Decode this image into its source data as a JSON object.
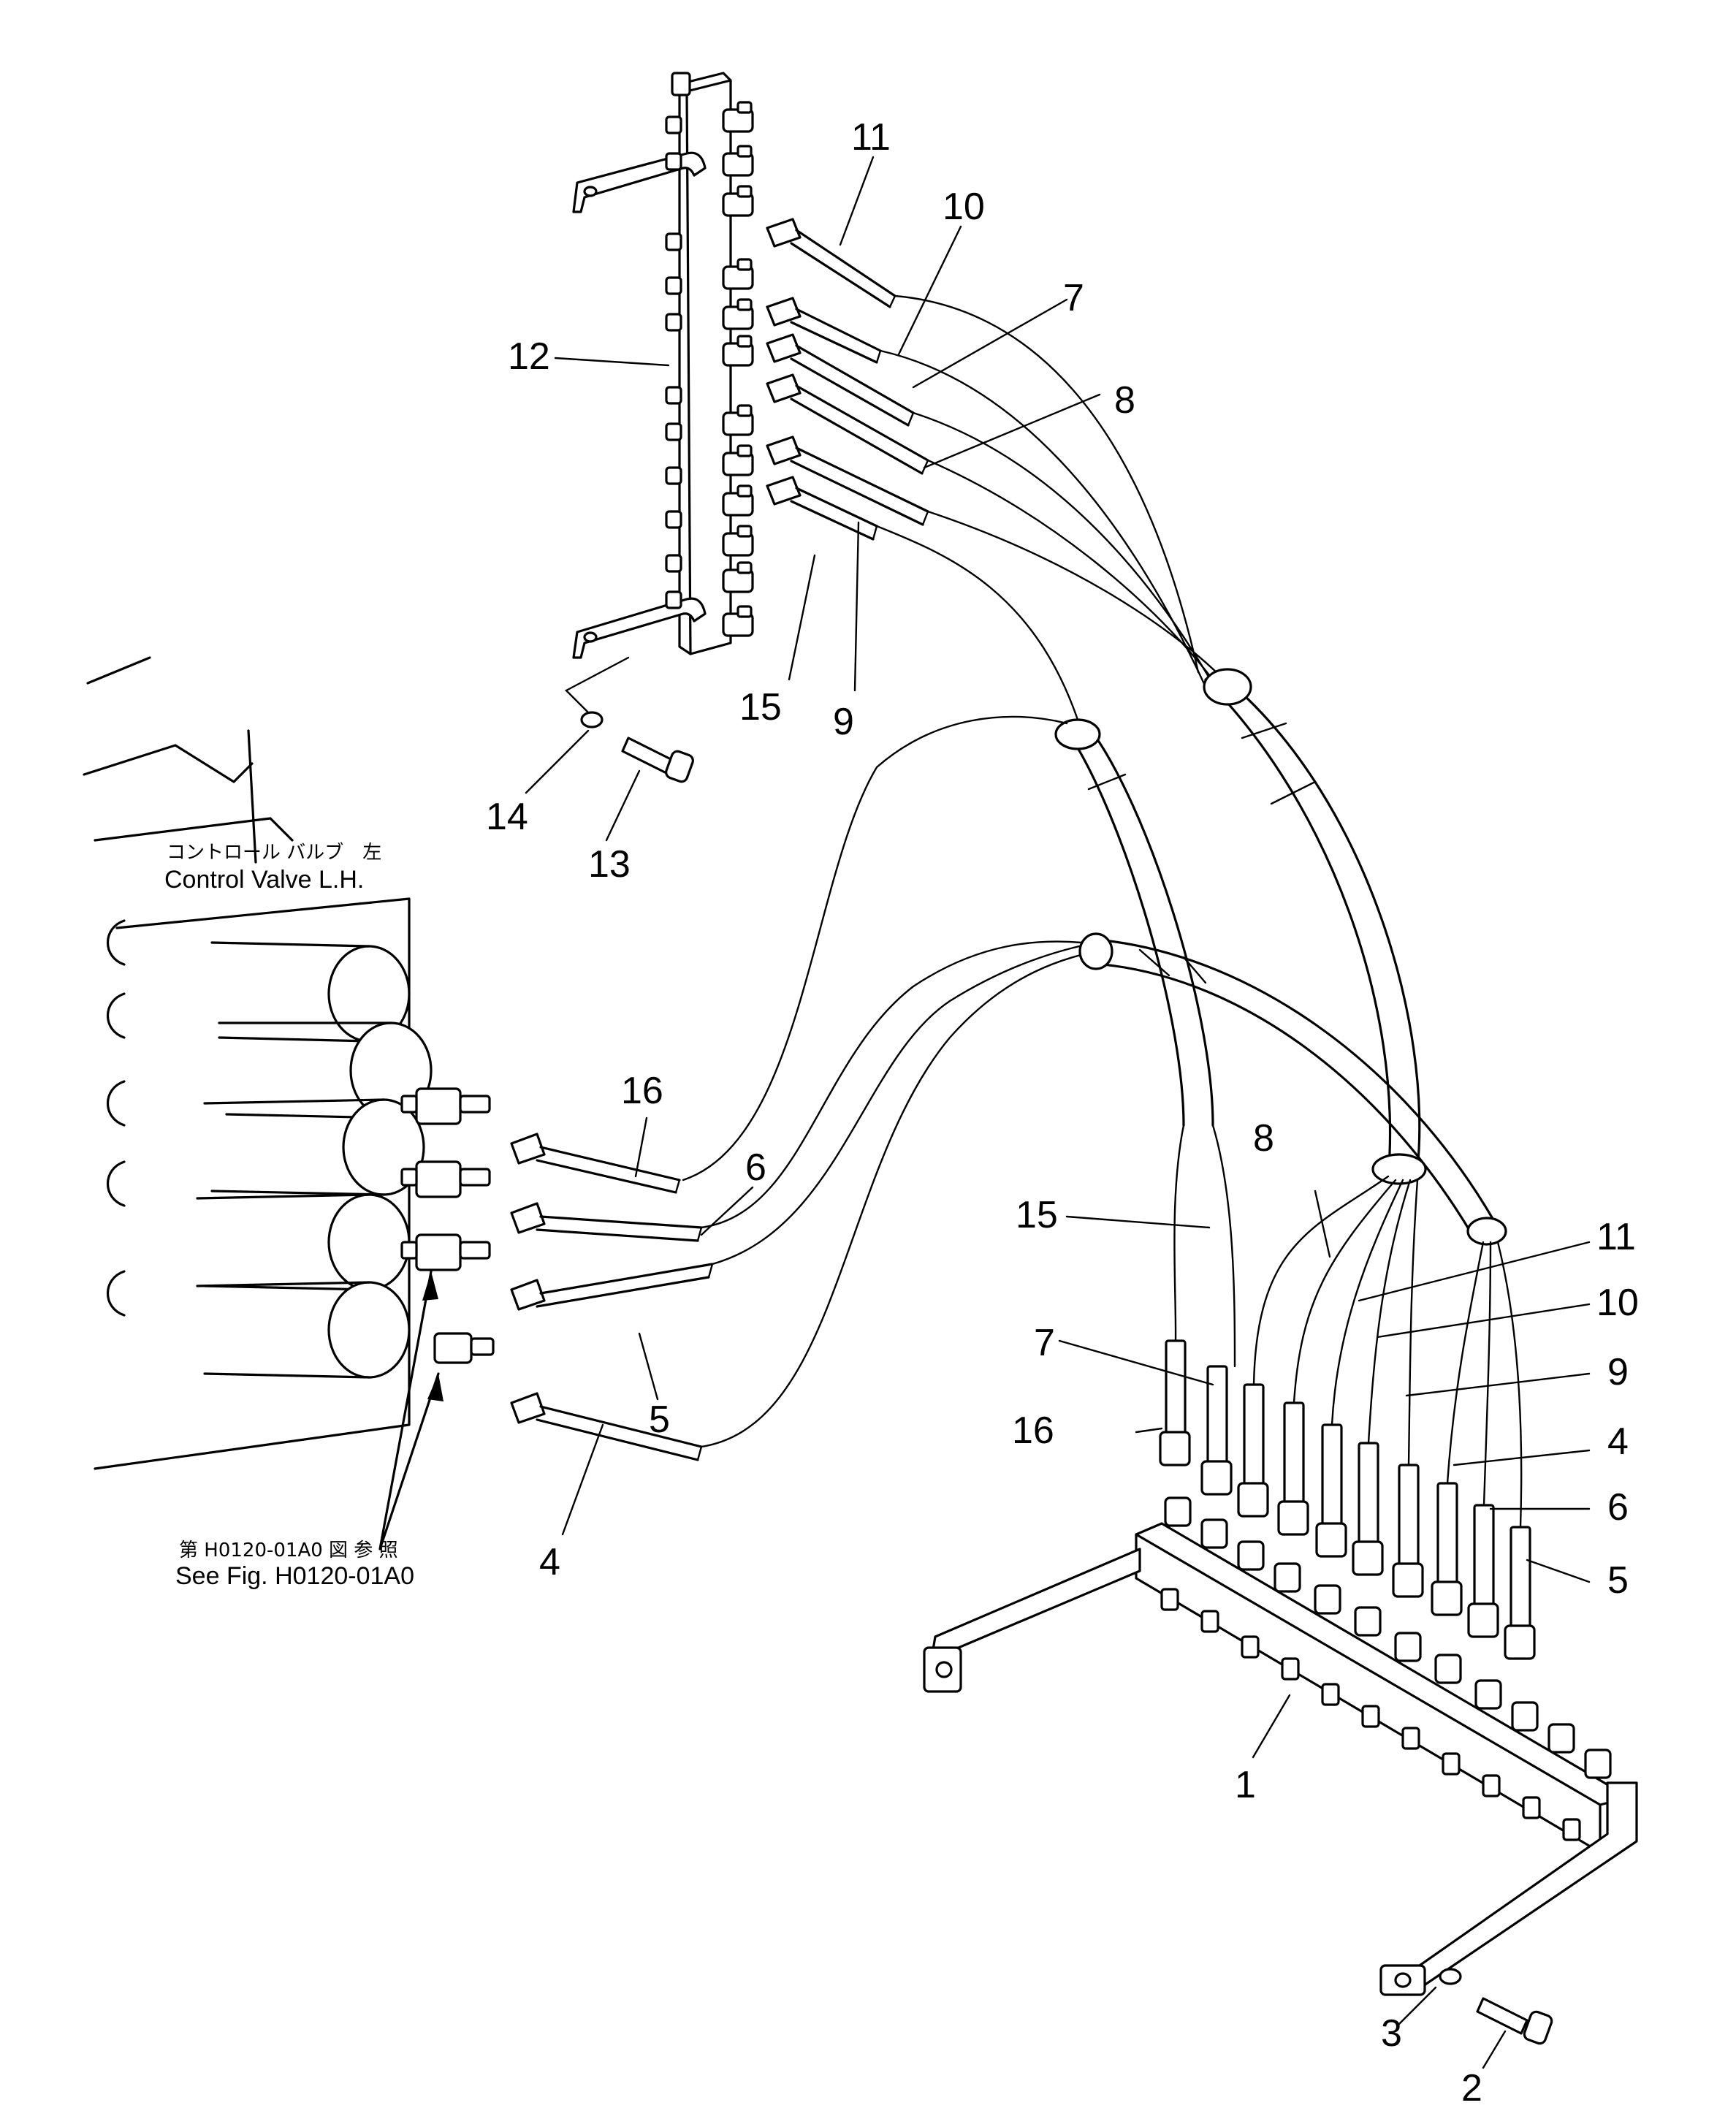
{
  "notes": {
    "control_valve_jp": "コントロール バルブ　左",
    "control_valve_en": "Control Valve L.H.",
    "see_fig_jp": "第 H0120-01A0 図 参 照",
    "see_fig_en": "See Fig. H0120-01A0"
  },
  "callouts": {
    "c11_top": "11",
    "c10_top": "10",
    "c7_top": "7",
    "c8_top": "8",
    "c12": "12",
    "c15_top": "15",
    "c9_top": "9",
    "c14": "14",
    "c13": "13",
    "c16_mid": "16",
    "c6_mid": "6",
    "c5_mid": "5",
    "c4_mid": "4",
    "c8_right": "8",
    "c15_right": "15",
    "c11_right": "11",
    "c10_right": "10",
    "c9_right": "9",
    "c7_right": "7",
    "c16_right": "16",
    "c4_right": "4",
    "c6_right": "6",
    "c5_right": "5",
    "c1": "1",
    "c3": "3",
    "c2": "2"
  }
}
